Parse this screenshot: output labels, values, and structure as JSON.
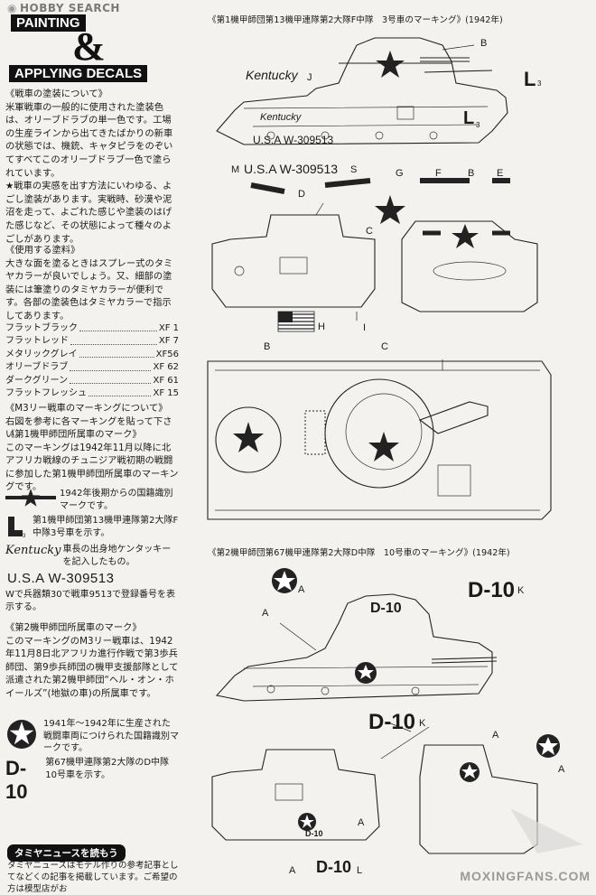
{
  "watermark_top": "HOBBY SEARCH",
  "header": {
    "line1": "PAINTING",
    "amp": "&",
    "line2": "APPLYING DECALS"
  },
  "section_paint": {
    "heading": "《戦車の塗装について》",
    "body": "米軍戦車の一般的に使用された塗装色は、オリーブドラブの単一色です。工場の生産ラインから出てきたばかりの新車の状態では、機銃、キャタピラをのぞいてすべてこのオリーブドラブ一色で塗られています。",
    "tip": "★戦車の実感を出す方法にいわゆる、よごし塗装があります。実戦時、砂漠や泥沼を走って、よごれた感じや塗装のはげた感じなど、その状態によって種々のよごしがあります。"
  },
  "section_use": {
    "heading": "《使用する塗料》",
    "body": "大きな面を塗るときはスプレー式のタミヤカラーが良いでしょう。又、細部の塗装には筆塗りのタミヤカラーが便利です。各部の塗装色はタミヤカラーで指示してあります。"
  },
  "paints": [
    {
      "name": "フラットブラック",
      "code": "XF 1"
    },
    {
      "name": "フラットレッド",
      "code": "XF 7"
    },
    {
      "name": "メタリックグレイ",
      "code": "XF56"
    },
    {
      "name": "オリーブドラブ",
      "code": "XF 62"
    },
    {
      "name": "ダークグリーン",
      "code": "XF 61"
    },
    {
      "name": "フラットフレッシュ",
      "code": "XF 15"
    }
  ],
  "section_marking": {
    "heading": "《M3リー戦車のマーキングについて》",
    "body": "右図を参考に各マーキングを貼って下さい。"
  },
  "first_div": {
    "heading": "《第1機甲師団所属車のマーク》",
    "body": "このマーキングは1942年11月以降に北アフリカ戦線のチュニジア戦初期の戦闘に参加した第1機甲師団所属車のマーキングです。",
    "star_text": "1942年後期からの国籍識別マークです。",
    "l3_text": "第1機甲師団第13機甲連隊第2大隊F中隊3号車を示す。",
    "kentucky_script": "Kentucky",
    "kentucky_text": "車長の出身地ケンタッキーを記入したもの。",
    "usa_number": "U.S.A    W-309513",
    "usa_text": "Wで兵器類30で戦車9513で登録番号を表示する。"
  },
  "second_div": {
    "heading": "《第2機甲師団所属車のマーク》",
    "body": "このマーキングのM3リー戦車は、1942年11月8日北アフリカ進行作戦で第3歩兵師団、第9歩兵師団の機甲支援部隊として派遣された第2機甲師団“ヘル・オン・ホイールズ”(地獄の車)の所属車です。",
    "roundel_text": "1941年～1942年に生産された戦闘車両につけられた国籍識別マークです。",
    "d10_mark": "D-10",
    "d10_text": "第67機甲連隊第2大隊のD中隊10号車を示す。"
  },
  "news": {
    "button": "タミヤニュースを読もう",
    "body": "タミヤニュースはモデル作りの参考記事としてなどくの記事を掲載しています。ご希望の方は模型店がお"
  },
  "diagram_top": {
    "caption": "《第1機甲師団第13機甲連隊第2大隊F中隊　3号車のマーキング》(1942年)",
    "labels": {
      "b_top": "B",
      "kentucky_label": "Kentucky",
      "j": "J",
      "l3_big": "L",
      "l3_sub": "3",
      "l_small": "L",
      "l_small_sub": "3",
      "hull_kentucky": "Kentucky",
      "hull_usa": "U.S.A    W-309513",
      "m": "M",
      "usa_strip": "U.S.A    W-309513",
      "s": "S",
      "g": "G",
      "f": "F",
      "b2": "B",
      "e": "E",
      "d": "D",
      "c": "C",
      "h": "H",
      "i": "I",
      "b3": "B",
      "c2": "C"
    }
  },
  "diagram_bottom": {
    "caption": "《第2機甲師団第67機甲連隊第2大隊D中隊　10号車のマーキング》(1942年)",
    "labels": {
      "a1": "A",
      "a2": "A",
      "d10_big": "D-10",
      "k": "K",
      "d10_hull": "D-10",
      "d10_float": "D-10",
      "k2": "K",
      "a3": "A",
      "a4": "A",
      "a5": "A",
      "a6": "A",
      "d10_front": "D-10",
      "l": "L",
      "d10_small": "D-10"
    }
  },
  "watermark_bottom": "MOXINGFANS.COM"
}
